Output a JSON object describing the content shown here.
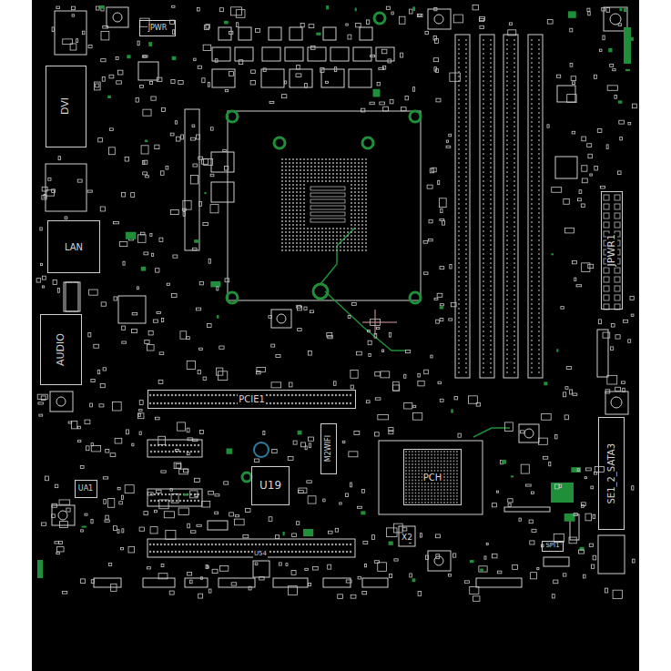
{
  "diagram": {
    "nodes": [
      {
        "text": [
          "JPWR"
        ]
      },
      {
        "text": [
          "DVI"
        ]
      },
      {
        "text": [
          "LAN"
        ]
      },
      {
        "text": [
          "AUDIO"
        ]
      },
      {
        "text": [
          "PCIE1"
        ]
      },
      {
        "text": [
          "U19"
        ]
      },
      {
        "text": [
          "M2WIFI"
        ]
      },
      {
        "text": [
          "PCH"
        ]
      },
      {
        "text": [
          "JPWR1"
        ]
      },
      {
        "text": [
          "SE1_2_SATA3"
        ]
      },
      {
        "text": [
          "SPI1"
        ]
      },
      {
        "text": [
          "UA1"
        ]
      }
    ],
    "labels": [
      "U54",
      "X2"
    ]
  }
}
